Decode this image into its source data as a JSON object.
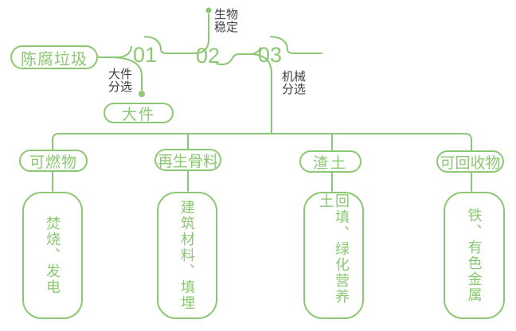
{
  "colors": {
    "green": "#8CC873",
    "label_dark": "#404040"
  },
  "flow": {
    "source": "陈腐垃圾",
    "steps": [
      {
        "num": "01",
        "label": "大件分选",
        "output": "大件"
      },
      {
        "num": "02",
        "label": "生物稳定"
      },
      {
        "num": "03",
        "label": "机械分选"
      }
    ],
    "branches": [
      {
        "category": "可燃物",
        "result": "焚烧、发电"
      },
      {
        "category": "再生骨料",
        "result": "建筑材料、填埋"
      },
      {
        "category": "渣土",
        "result": "回填、绿化营养土"
      },
      {
        "category": "可回收物",
        "result": "铁、有色金属"
      }
    ]
  }
}
